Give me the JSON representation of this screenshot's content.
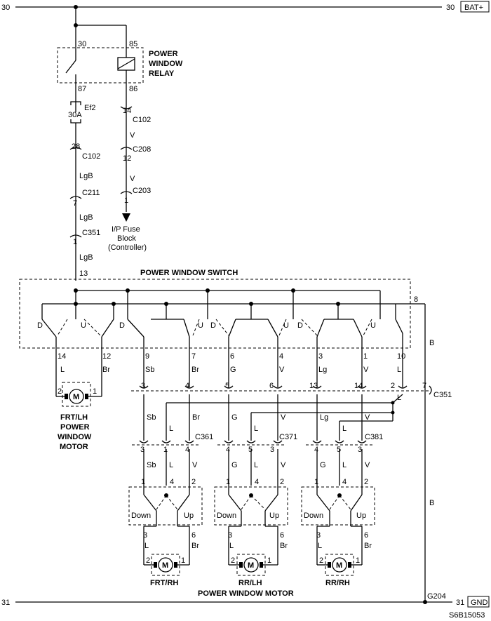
{
  "rails": {
    "top_left": "30",
    "top_right": "30",
    "bat": "BAT+",
    "bottom_left": "31",
    "bottom_right": "31",
    "gnd": "GND"
  },
  "relay": {
    "title_1": "POWER",
    "title_2": "WINDOW",
    "title_3": "RELAY",
    "pin30": "30",
    "pin85": "85",
    "pin87": "87",
    "pin86": "86"
  },
  "fuse": {
    "name": "Ef2",
    "rating": "30A"
  },
  "left_feed": {
    "c102_pin": "28",
    "c102": "C102",
    "wire1": "LgB",
    "c211_pin": "7",
    "c211": "C211",
    "wire2": "LgB",
    "c351_pin": "1",
    "c351": "C351",
    "wire3": "LgB",
    "switch_pin": "13"
  },
  "ctrl_feed": {
    "c102_pin": "14",
    "c102": "C102",
    "wire1": "V",
    "c208_pin": "12",
    "c208": "C208",
    "wire2": "V",
    "c203_pin": "1",
    "c203": "C203",
    "dest_1": "I/P Fuse",
    "dest_2": "Block",
    "dest_3": "(Controller)"
  },
  "switch": {
    "title": "POWER WINDOW SWITCH",
    "ground_pin": "8",
    "labels": [
      "D",
      "U",
      "D",
      "U",
      "D",
      "U",
      "D",
      "U"
    ],
    "pins": [
      "14",
      "12",
      "9",
      "7",
      "6",
      "4",
      "3",
      "1",
      "10"
    ],
    "wires": [
      "L",
      "Br",
      "Sb",
      "Br",
      "G",
      "V",
      "Lg",
      "V",
      "L"
    ]
  },
  "c351": {
    "name": "C351",
    "pins": [
      "3",
      "4",
      "5",
      "6",
      "13",
      "14",
      "2",
      "7"
    ]
  },
  "ground_wire": "B",
  "ground_wire_2": "B",
  "frt_lh": {
    "pin_left": "2",
    "pin_right": "1",
    "motor": "M",
    "title_1": "FRT/LH",
    "title_2": "POWER",
    "title_3": "WINDOW",
    "title_4": "MOTOR"
  },
  "harness": {
    "c361": "C361",
    "c371": "C371",
    "c381": "C381",
    "upper_wires": [
      "Sb",
      "L",
      "Br",
      "G",
      "L",
      "V",
      "Lg",
      "L",
      "V"
    ],
    "lower_pins": [
      "3",
      "1",
      "4",
      "4",
      "5",
      "3",
      "4",
      "5",
      "3"
    ],
    "lower_wires": [
      "Sb",
      "L",
      "V",
      "G",
      "L",
      "V",
      "G",
      "L",
      "V"
    ],
    "ru_l": "L"
  },
  "rear_switches": {
    "pins": [
      "1",
      "4",
      "2"
    ],
    "down": "Down",
    "up": "Up",
    "out_pins": [
      "3",
      "6"
    ],
    "out_wires": [
      "L",
      "Br"
    ],
    "motor_pins": [
      "2",
      "1"
    ],
    "motor": "M"
  },
  "motor_names": {
    "frt_rh": "FRT/RH",
    "rr_lh": "RR/LH",
    "rr_rh": "RR/RH",
    "caption": "POWER WINDOW MOTOR"
  },
  "ground_point": "G204",
  "figure_code": "S6B15053"
}
